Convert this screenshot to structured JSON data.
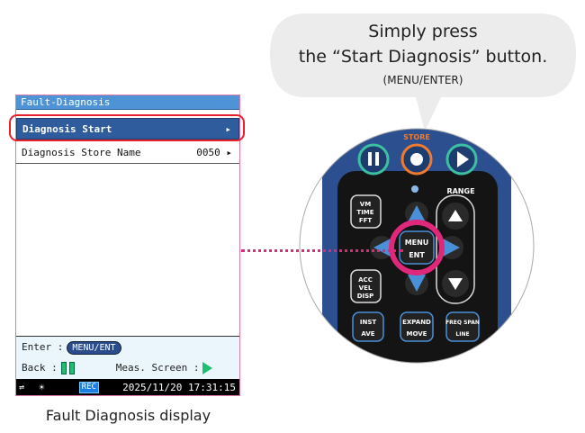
{
  "callout": {
    "line1": "Simply press",
    "line2": "the “Start Diagnosis” button.",
    "line3": "(MENU/ENTER)"
  },
  "screen": {
    "title": "Fault-Diagnosis",
    "items": [
      {
        "label": "Diagnosis Start",
        "value": "",
        "arrow": "▸"
      },
      {
        "label": "Diagnosis Store Name",
        "value": "0050",
        "arrow": "▸"
      }
    ],
    "enter_label": "Enter :",
    "enter_key": "MENU/ENT",
    "back_label": "Back :",
    "meas_label": "Meas. Screen :",
    "status": {
      "rec": "REC",
      "datetime": "2025/11/20 17:31:15"
    }
  },
  "caption": "Fault Diagnosis display",
  "device": {
    "top_label": "STORE",
    "range": "RANGE",
    "keys": {
      "vm": [
        "VM",
        "TIME",
        "FFT"
      ],
      "acc": [
        "ACC",
        "VEL",
        "DISP"
      ],
      "menu": [
        "MENU",
        "ENT"
      ],
      "inst": [
        "INST",
        "AVE"
      ],
      "expand": [
        "EXPAND",
        "MOVE"
      ],
      "freq": [
        "FREQ SPAN",
        "LINE"
      ]
    }
  },
  "colors": {
    "accent": "#e0287a",
    "highlight": "#e8202a",
    "title": "#4d93d6",
    "selected": "#2f5c9c"
  }
}
